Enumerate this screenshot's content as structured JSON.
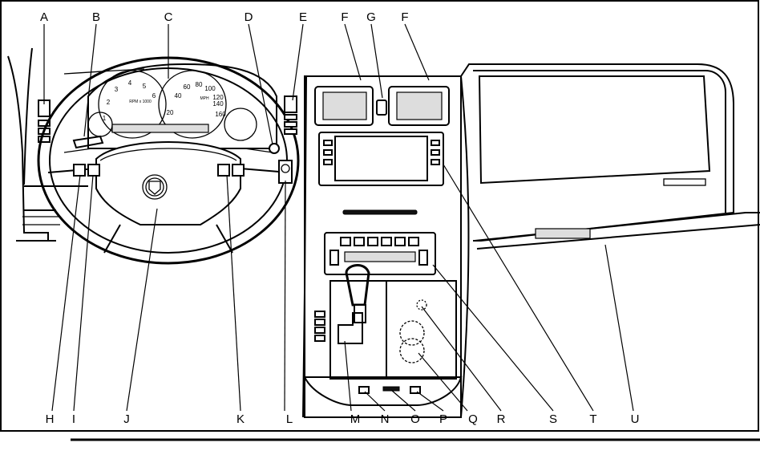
{
  "figure": {
    "type": "instrument panel overview illustration",
    "callouts_top": [
      "A",
      "B",
      "C",
      "D",
      "E",
      "F",
      "G",
      "F"
    ],
    "callouts_bottom": [
      "H",
      "I",
      "J",
      "K",
      "L",
      "M",
      "N",
      "O",
      "P",
      "Q",
      "R",
      "S",
      "T",
      "U"
    ]
  },
  "gauges": {
    "speedo_ticks": [
      "20",
      "40",
      "60",
      "80",
      "100",
      "120",
      "140",
      "160"
    ],
    "speedo_unit": "MPH",
    "tach_ticks": [
      "1",
      "2",
      "3",
      "4",
      "5",
      "6"
    ],
    "tach_unit": "RPM x 1000"
  }
}
